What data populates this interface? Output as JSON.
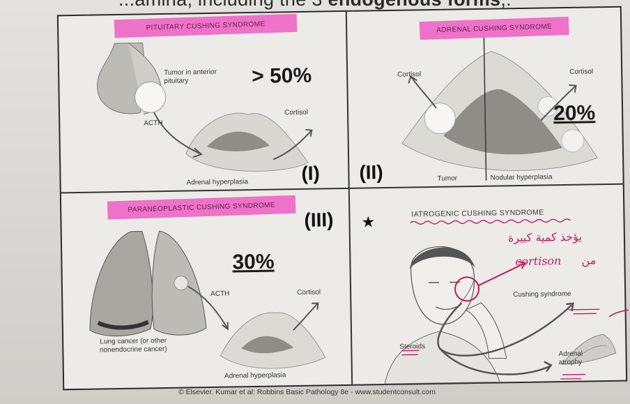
{
  "heading": {
    "prefix": "...amina, including the 3",
    "emphasis": "endogenous forms",
    "suffix": ",:"
  },
  "panels": {
    "pituitary": {
      "title": "PITUITARY CUSHING SYNDROME",
      "tumor_label": "Tumor in anterior pituitary",
      "acth_label": "ACTH",
      "cortisol_label": "Cortisol",
      "gland_label": "Adrenal hyperplasia",
      "percent": "> 50%",
      "numeral": "(I)"
    },
    "adrenal": {
      "title": "ADRENAL CUSHING SYNDROME",
      "cortisol_left": "Cortisol",
      "cortisol_right": "Cortisol",
      "tumor_label": "Tumor",
      "hyperplasia_label": "Nodular hyperplasia",
      "percent": "20%",
      "numeral": "(II)"
    },
    "paraneoplastic": {
      "title": "PARANEOPLASTIC CUSHING SYNDROME",
      "lung_label": "Lung cancer (or other nonendocrine cancer)",
      "acth_label": "ACTH",
      "cortisol_label": "Cortisol",
      "gland_label": "Adrenal hyperplasia",
      "percent": "30%",
      "numeral": "(III)"
    },
    "iatrogenic": {
      "title": "IATROGENIC CUSHING SYNDROME",
      "cushing_label": "Cushing syndrome",
      "steroids_label": "Steroids",
      "atrophy_label": "Adrenal atrophy",
      "note_arabic": "يؤخذ كمية كبيرة",
      "note_latin": "cortison",
      "note_arabic2": "من",
      "star": "★"
    }
  },
  "credit": "© Elsevier. Kumar et al: Robbins Basic Pathology 8e - www.studentconsult.com",
  "colors": {
    "highlight": "#ee72c8",
    "ink": "#c2185b",
    "frame": "#2a2a2a"
  }
}
